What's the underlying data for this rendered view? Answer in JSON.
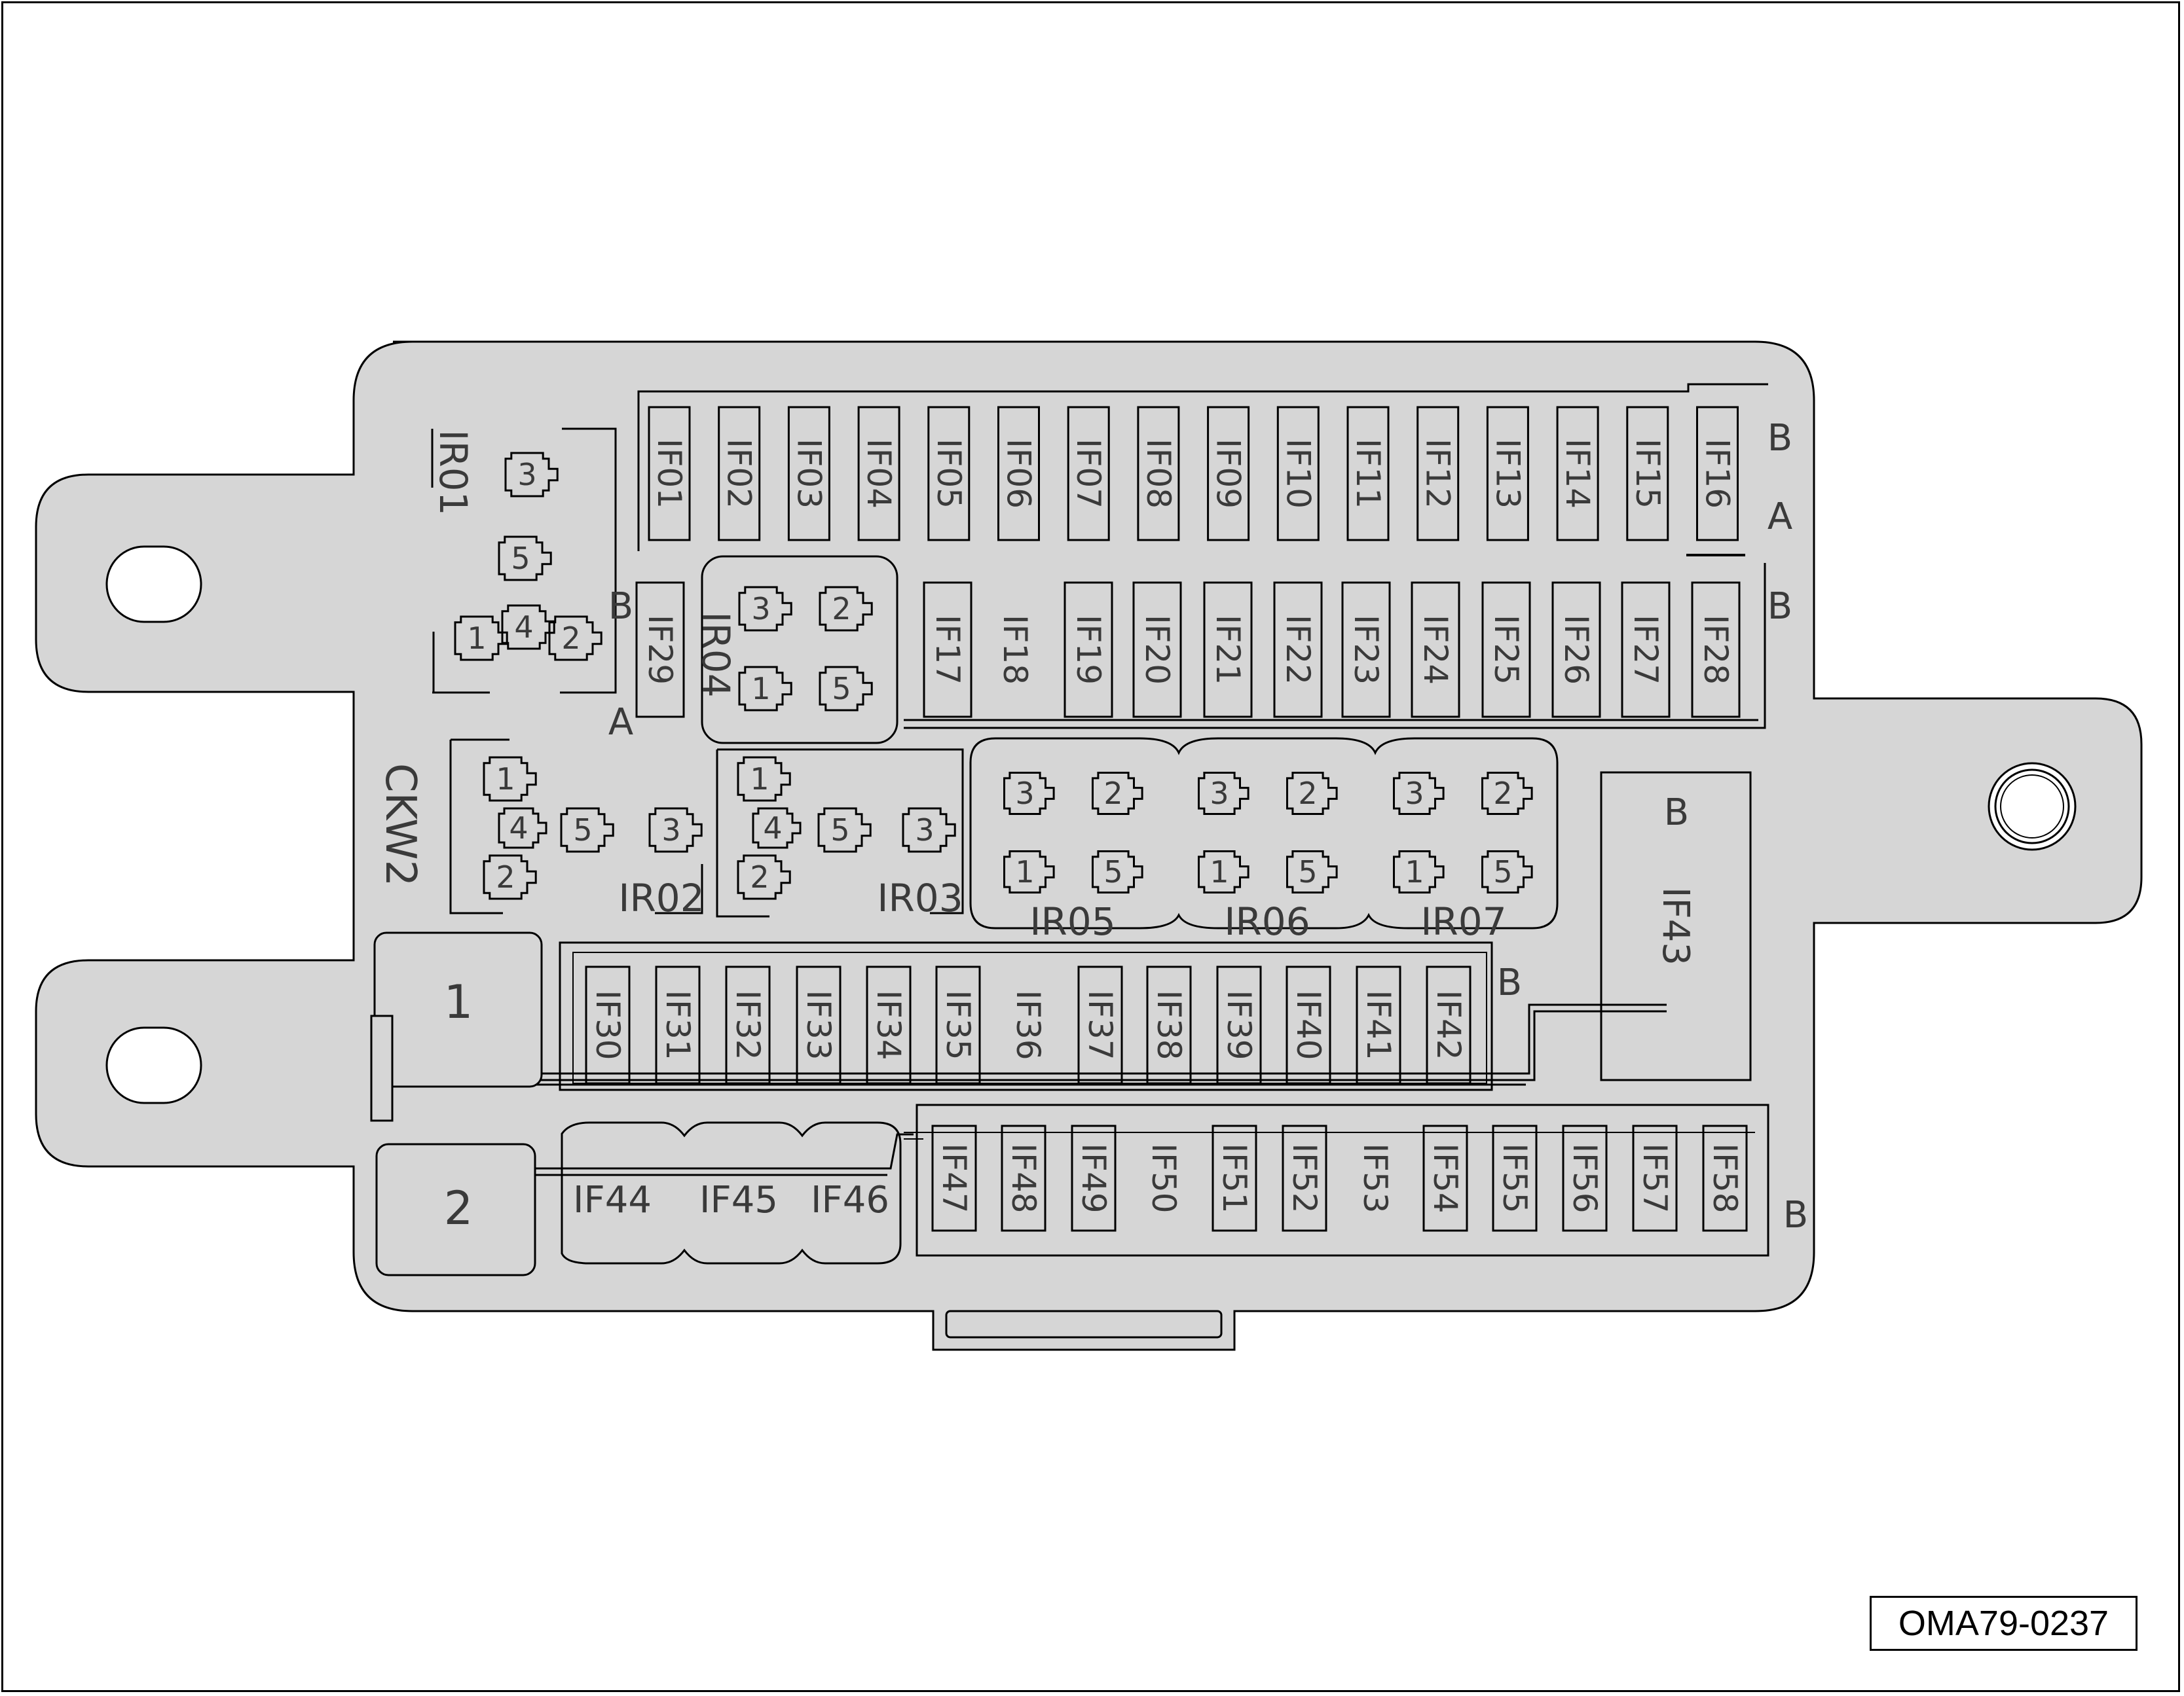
{
  "figure": {
    "reference_code": "OMA79-0237",
    "box_code": "CKW2"
  },
  "colors": {
    "housing": "#d6d6d6",
    "stroke": "#000000",
    "label": "#3a3a3a"
  },
  "fuse_row_1": [
    "IF01",
    "IF02",
    "IF03",
    "IF04",
    "IF05",
    "IF06",
    "IF07",
    "IF08",
    "IF09",
    "IF10",
    "IF11",
    "IF12",
    "IF13",
    "IF14",
    "IF15",
    "IF16"
  ],
  "fuse_row_2": [
    "IF17",
    "IF18",
    "IF19",
    "IF20",
    "IF21",
    "IF22",
    "IF23",
    "IF24",
    "IF25",
    "IF26",
    "IF27",
    "IF28"
  ],
  "fuse_if29": "IF29",
  "fuse_row_3": [
    "IF30",
    "IF31",
    "IF32",
    "IF33",
    "IF34",
    "IF35",
    "IF36",
    "IF37",
    "IF38",
    "IF39",
    "IF40",
    "IF41",
    "IF42"
  ],
  "fuse_if43": "IF43",
  "large_fuses": [
    "IF44",
    "IF45",
    "IF46"
  ],
  "fuse_row_4": [
    "IF47",
    "IF48",
    "IF49",
    "IF50",
    "IF51",
    "IF52",
    "IF53",
    "IF54",
    "IF55",
    "IF56",
    "IF57",
    "IF58"
  ],
  "relays": {
    "ir01": {
      "name": "IR01",
      "pins": [
        "3",
        "5",
        "1",
        "4",
        "2"
      ]
    },
    "ir02": {
      "name": "IR02",
      "pins": [
        "1",
        "4",
        "2",
        "5",
        "3"
      ]
    },
    "ir03": {
      "name": "IR03",
      "pins": [
        "1",
        "4",
        "2",
        "5",
        "3"
      ]
    },
    "ir04": {
      "name": "IR04",
      "pins": [
        "3",
        "2",
        "1",
        "5"
      ]
    },
    "ir05": {
      "name": "IR05",
      "pins": [
        "3",
        "2",
        "1",
        "5"
      ]
    },
    "ir06": {
      "name": "IR06",
      "pins": [
        "3",
        "2",
        "1",
        "5"
      ]
    },
    "ir07": {
      "name": "IR07",
      "pins": [
        "3",
        "2",
        "1",
        "5"
      ]
    }
  },
  "connectors": [
    "1",
    "2"
  ],
  "side_marks": {
    "a": "A",
    "b": "B"
  }
}
